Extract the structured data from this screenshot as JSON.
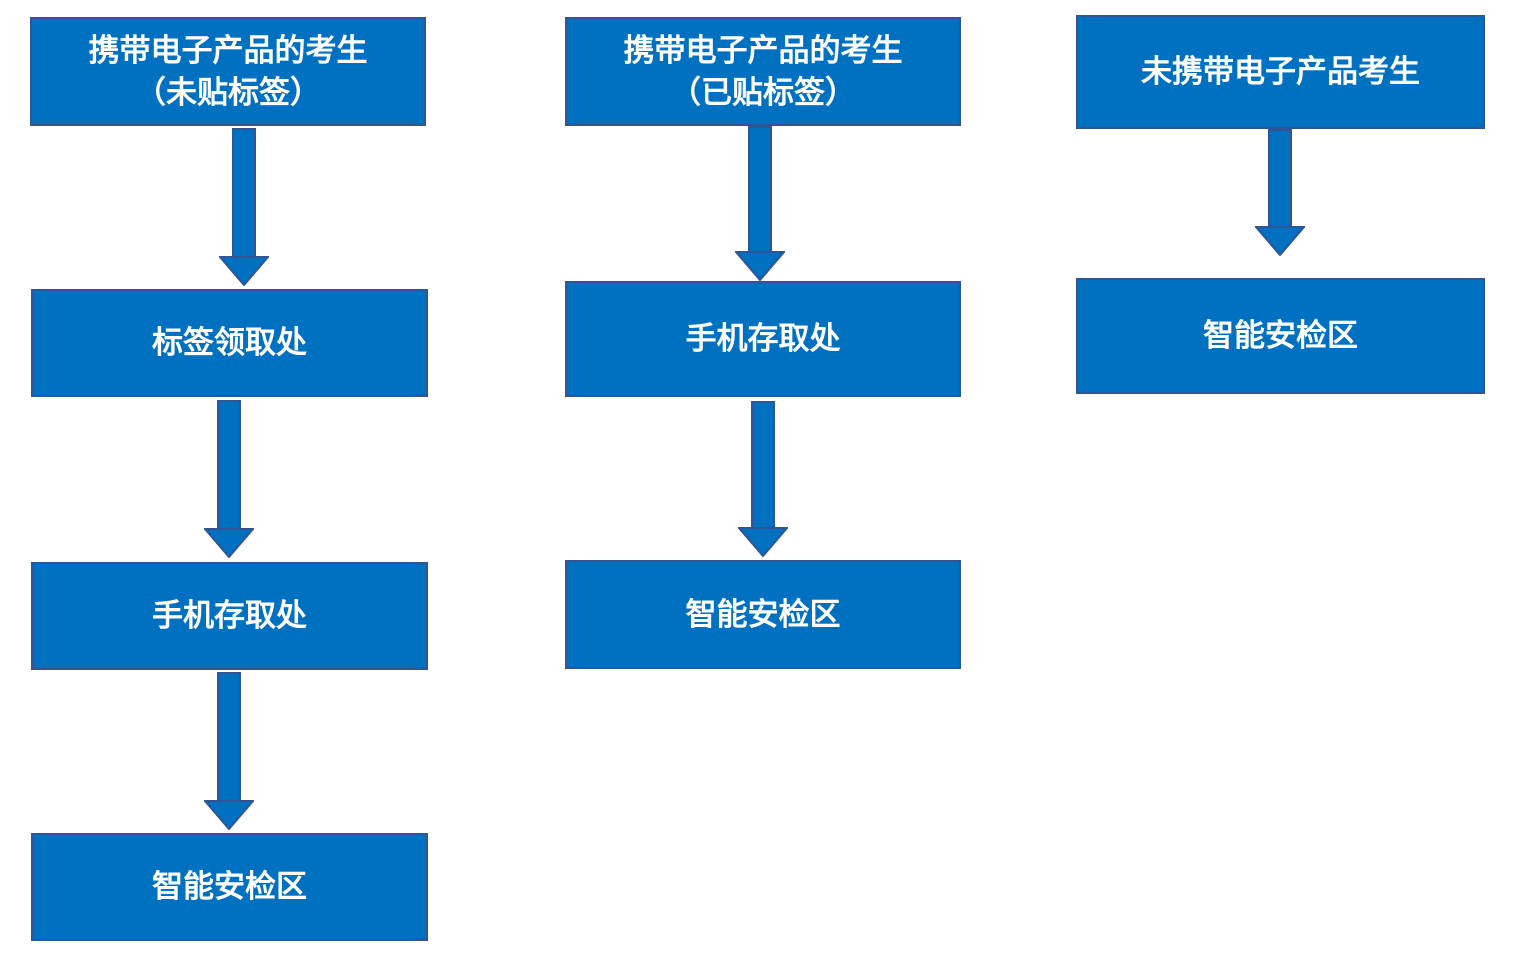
{
  "flows": [
    {
      "start": {
        "line1": "携带电子产品的考生",
        "line2": "（未贴标签）"
      },
      "step1": "标签领取处",
      "step2": "手机存取处",
      "end": "智能安检区"
    },
    {
      "start": {
        "line1": "携带电子产品的考生",
        "line2": "（已贴标签）"
      },
      "step1": "手机存取处",
      "end": "智能安检区"
    },
    {
      "start": {
        "line1": "未携带电子产品考生"
      },
      "end": "智能安检区"
    }
  ],
  "colors": {
    "box_fill": "#0070c0",
    "box_border": "#2f5597",
    "text": "#ffffff"
  }
}
